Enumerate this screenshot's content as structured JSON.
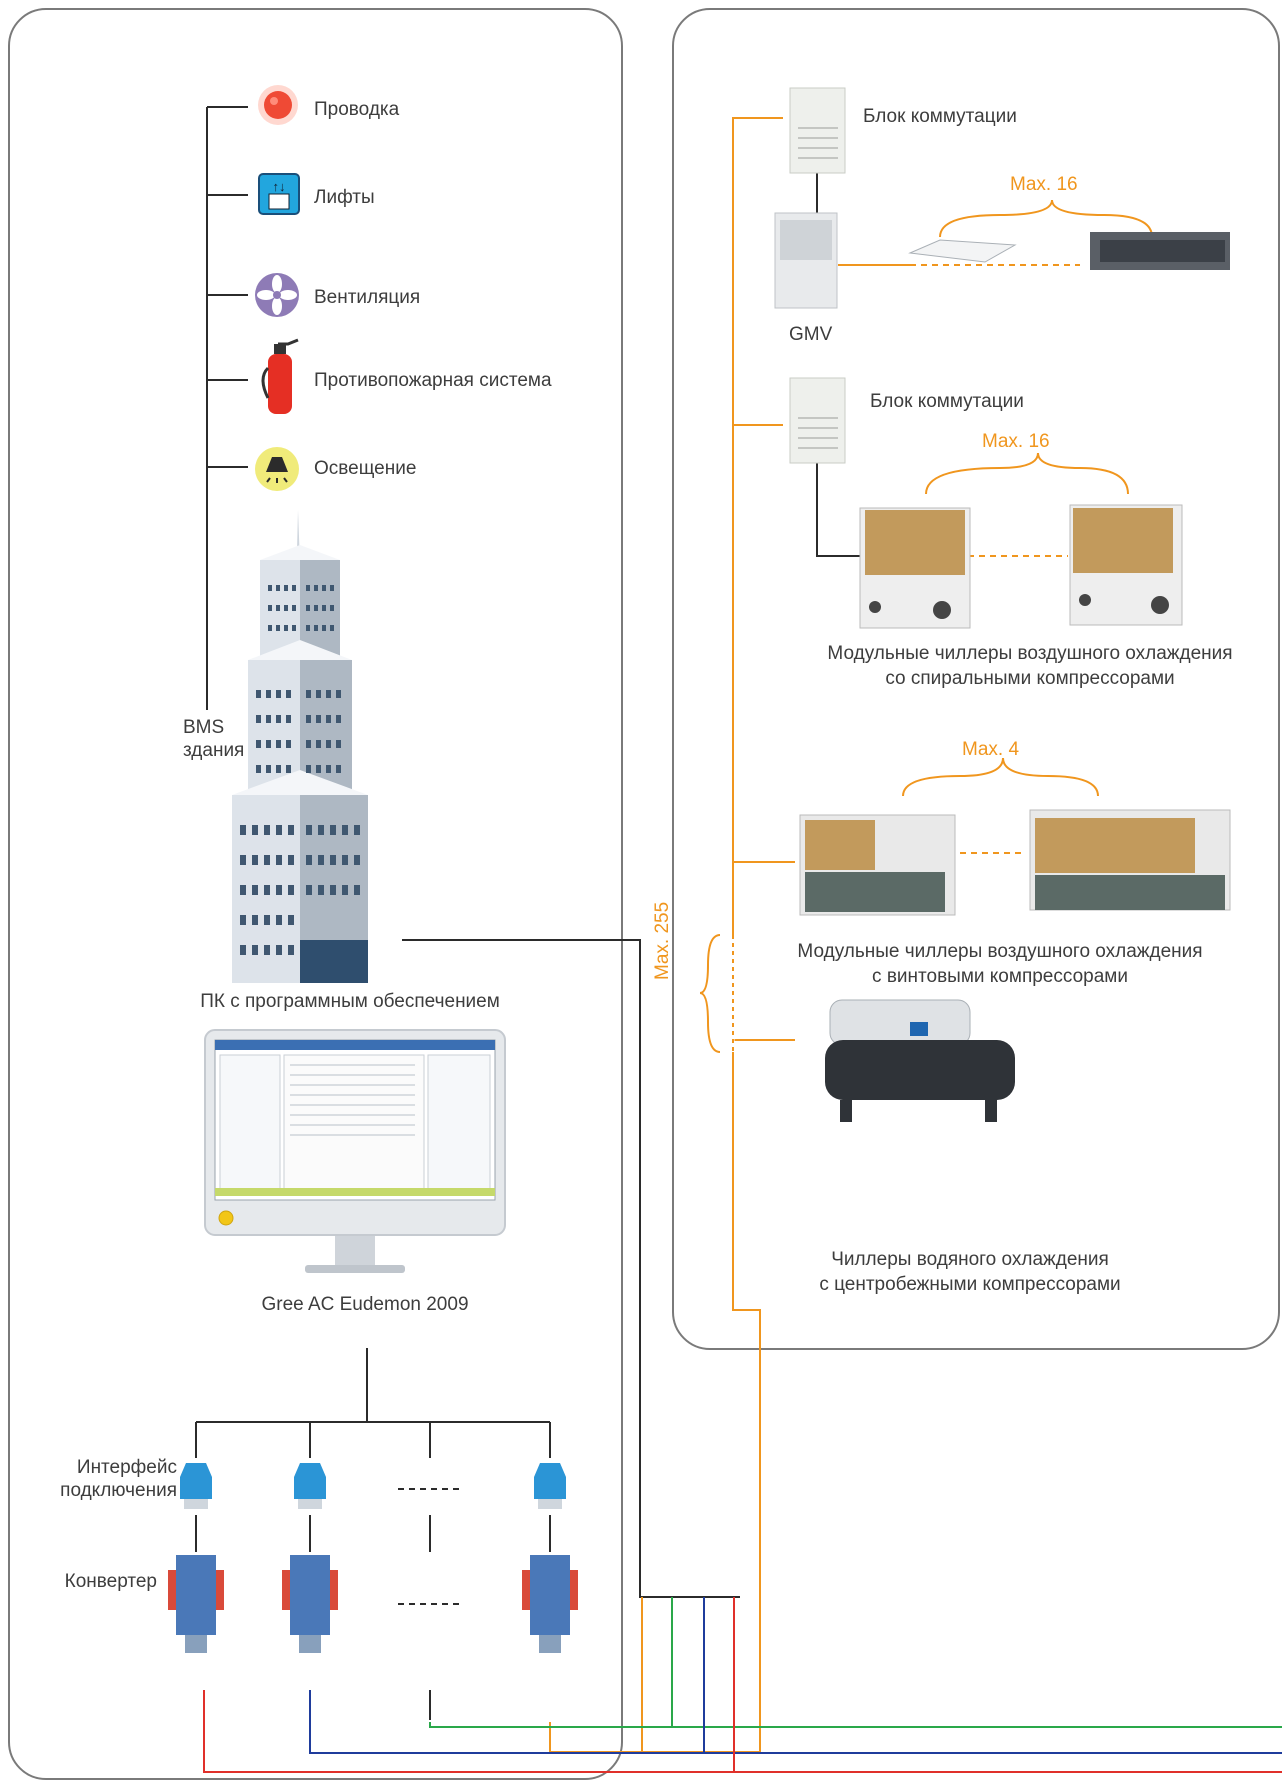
{
  "left": {
    "bms_items": [
      {
        "label": "Проводка",
        "icon": "wiring-icon"
      },
      {
        "label": "Лифты",
        "icon": "elevator-icon"
      },
      {
        "label": "Вентиляция",
        "icon": "ventilation-icon"
      },
      {
        "label": "Противопожарная система",
        "icon": "fire-extinguisher-icon"
      },
      {
        "label": "Освещение",
        "icon": "lighting-icon"
      }
    ],
    "bms_label_line1": "BMS",
    "bms_label_line2": "здания",
    "pc_label": "ПК с программным обеспечением",
    "software_label": "Gree AC Eudemon 2009",
    "interface_label_line1": "Интерфейс",
    "interface_label_line2": "подключения",
    "converter_label": "Конвертер"
  },
  "right": {
    "switch_block_1": "Блок коммутации",
    "max_16_a": "Max. 16",
    "gmv_label": "GMV",
    "switch_block_2": "Блок коммутации",
    "max_16_b": "Max. 16",
    "scroll_chillers_line1": "Модульные чиллеры воздушного охлаждения",
    "scroll_chillers_line2": "со спиральными компрессорами",
    "max_4": "Max. 4",
    "screw_chillers_line1": "Модульные чиллеры воздушного охлаждения",
    "screw_chillers_line2": "с винтовыми компрессорами",
    "max_255": "Max. 255",
    "centrifugal_line1": "Чиллеры водяного охлаждения",
    "centrifugal_line2": "с центробежными компрессорами"
  },
  "colors": {
    "orange": "#f0961e",
    "green": "#2aa84a",
    "blue": "#1f3c9c",
    "red": "#e0302a",
    "panel_border": "#7a7a7a"
  }
}
